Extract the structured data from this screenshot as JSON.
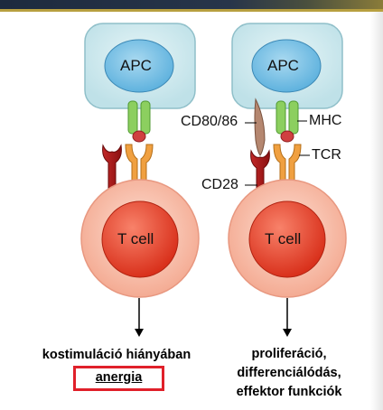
{
  "diagram": {
    "left": {
      "apc": "APC",
      "tcell": "T cell",
      "caption_line1": "kostimuláció  hiányában",
      "caption_line2": "anergia"
    },
    "right": {
      "apc": "APC",
      "tcell": "T cell",
      "cd80": "CD80/86",
      "mhc": "MHC",
      "tcr": "TCR",
      "cd28": "CD28",
      "caption_line1": "proliferáció,",
      "caption_line2": "differenciálódás,",
      "caption_line3": "effektor  funkciók"
    },
    "colors": {
      "apc_fill": "#cfe9ee",
      "tcell_outer": "#f6b9a5",
      "tcell_inner": "#e83a22",
      "mhc": "#8ccf5f",
      "tcr": "#f0a040",
      "cd28": "#a81c1c",
      "cd80": "#b58770",
      "highlight_box": "#e0202a"
    }
  }
}
